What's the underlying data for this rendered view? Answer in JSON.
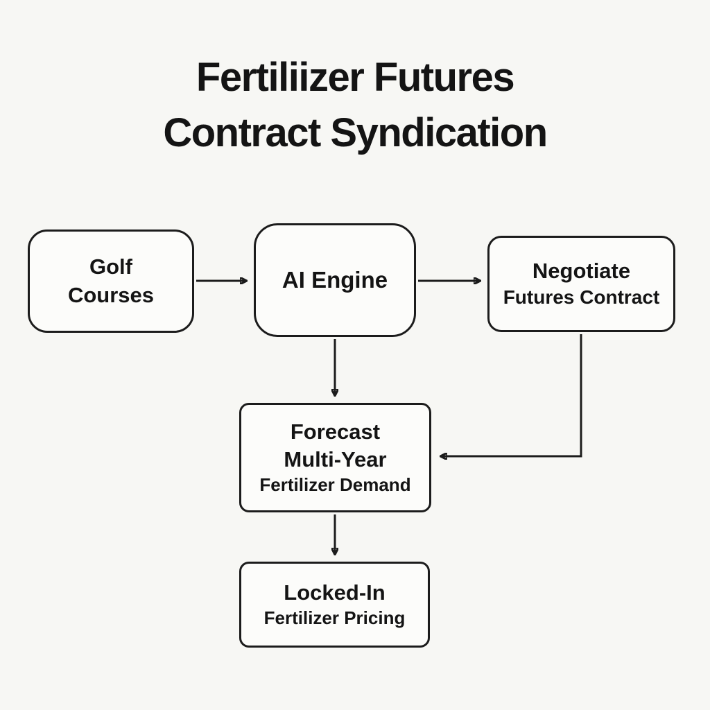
{
  "title": {
    "line1": "Fertiliizer Futures",
    "line2": "Contract Syndication"
  },
  "nodes": {
    "golf_courses": {
      "line1": "Golf",
      "line2": "Courses"
    },
    "ai_engine": {
      "label": "AI Engine"
    },
    "negotiate": {
      "line1": "Negotiate",
      "line2": "Futures Contract"
    },
    "forecast": {
      "line1": "Forecast",
      "line2": "Multi-Year",
      "line3": "Fertilizer Demand"
    },
    "locked_in": {
      "line1": "Locked-In",
      "line2": "Fertilizer Pricing"
    }
  },
  "colors": {
    "background": "#f7f7f4",
    "box_fill": "#fcfcfa",
    "stroke": "#1c1c1c",
    "text": "#141414"
  }
}
